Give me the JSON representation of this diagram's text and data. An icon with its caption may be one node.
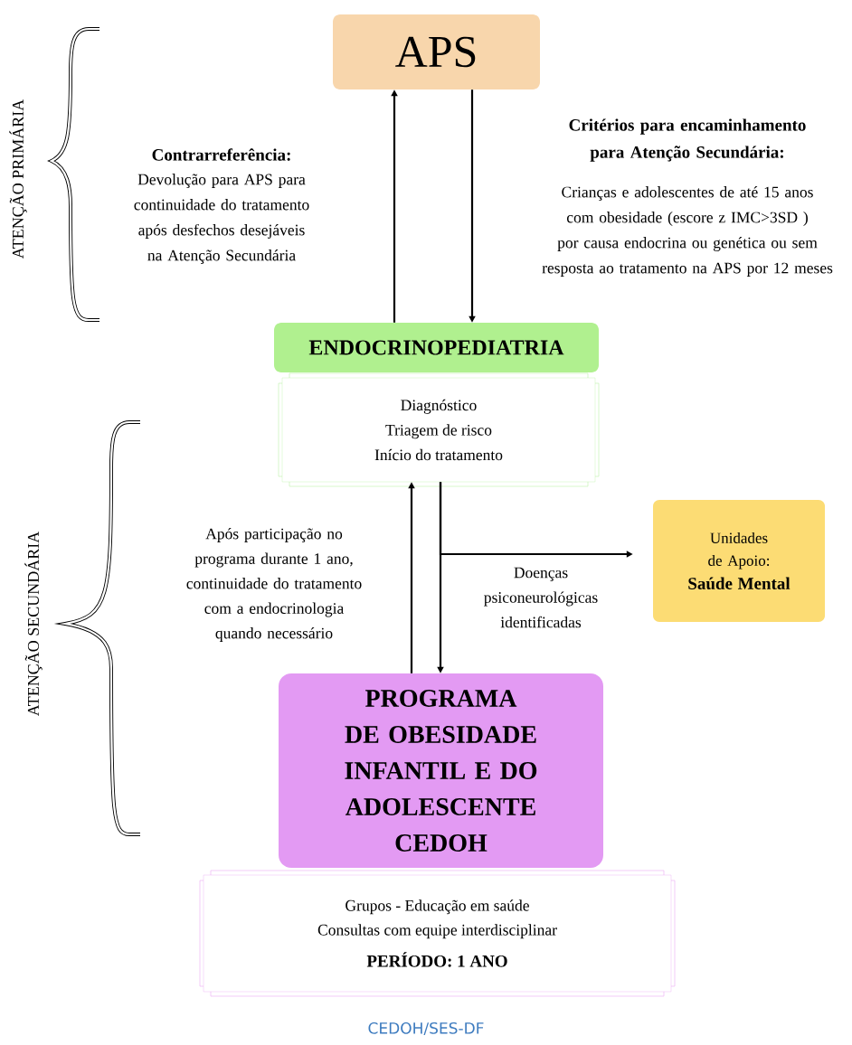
{
  "diagram": {
    "caption": "CEDOH/SES-DF",
    "nodes": [
      {
        "text": [
          "APS"
        ]
      },
      {
        "text": [
          "ENDOCRINOPEDIATRIA"
        ]
      },
      {
        "text": [
          "Diagnóstico",
          "Triagem de risco",
          "Início do tratamento"
        ]
      },
      {
        "text": [
          "Unidades de Apoio:",
          "Saúde Mental"
        ]
      },
      {
        "text": [
          "PROGRAMA DE OBESIDADE INFANTIL E DO ADOLESCENTE CEDOH"
        ]
      },
      {
        "text": [
          "Grupos - Educação em saúde",
          "Consultas com equipe interdisciplinar",
          "PERÍODO: 1 ANO"
        ]
      }
    ],
    "edges": [
      {
        "from": 1,
        "to": 0,
        "arrow": "to"
      },
      {
        "from": 0,
        "to": 1,
        "arrow": "to"
      },
      {
        "from": 4,
        "to": 2,
        "arrow": "to"
      },
      {
        "from": 2,
        "to": 4,
        "arrow": "to"
      },
      {
        "from": 2,
        "to": 3,
        "arrow": "to"
      }
    ],
    "labels": [
      "ATENÇÃO PRIMÁRIA",
      "Contrarreferência:",
      "Devolução para APS para continuidade do tratamento após desfechos desejáveis na Atenção Secundária",
      "Critérios para encaminhamento para Atenção Secundária:",
      "Crianças e adolescentes de até 15 anos com obesidade (escore z IMC>3SD ) por causa endocrina ou genética ou sem resposta ao tratamento na APS por 12 meses",
      "ATENÇÃO SECUNDÁRIA",
      "Após participação no programa durante 1 ano, continuidade do tratamento com a endocrinologia quando necessário",
      "Doenças psiconeurológicas identificadas"
    ]
  }
}
